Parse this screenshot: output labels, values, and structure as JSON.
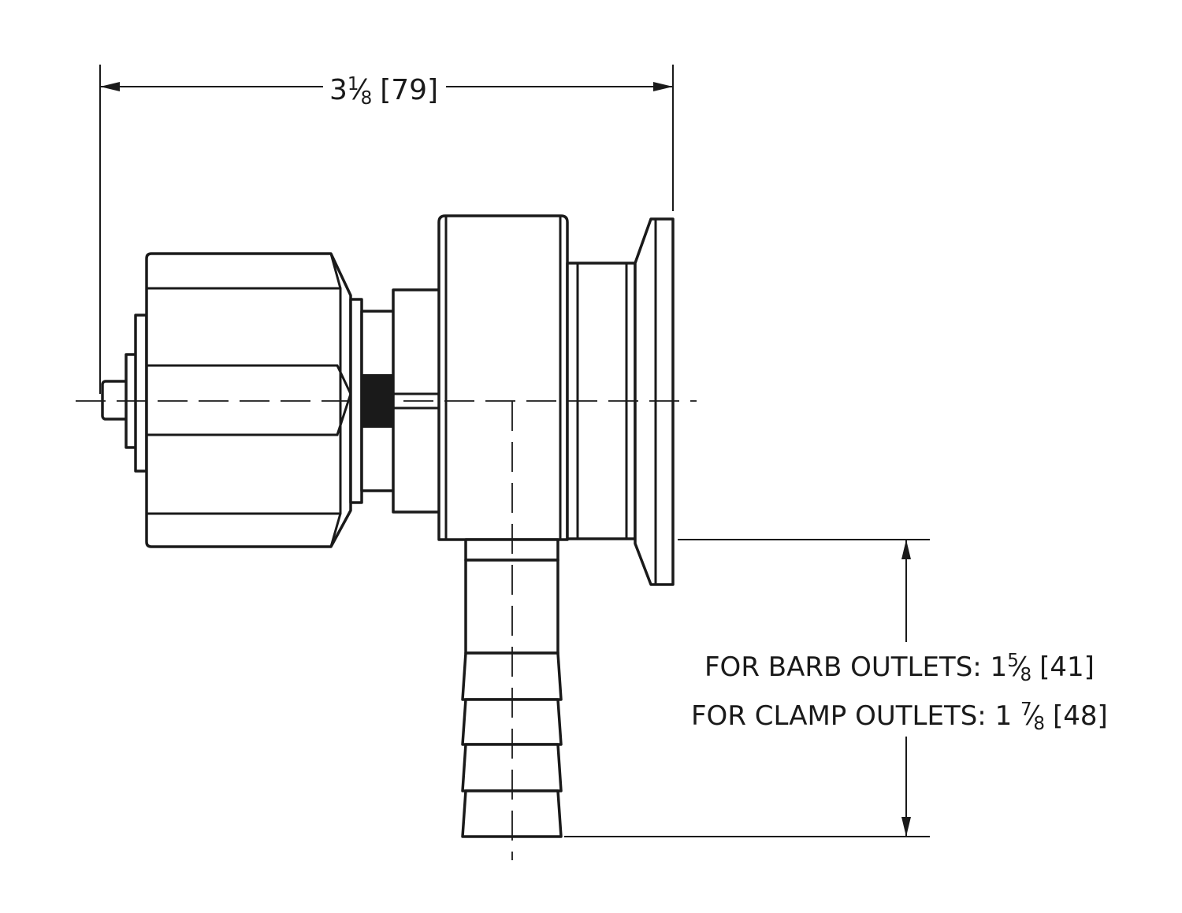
{
  "dimensions": {
    "overall_length": {
      "whole": "3",
      "num": "1",
      "den": "8",
      "metric": "[79]"
    },
    "barb_outlet": {
      "prefix": "FOR BARB OUTLETS: 1",
      "num": "5",
      "den": "8",
      "metric": "[41]"
    },
    "clamp_outlet": {
      "prefix": "FOR CLAMP OUTLETS: 1 ",
      "num": "7",
      "den": "8",
      "metric": "[48]"
    }
  }
}
